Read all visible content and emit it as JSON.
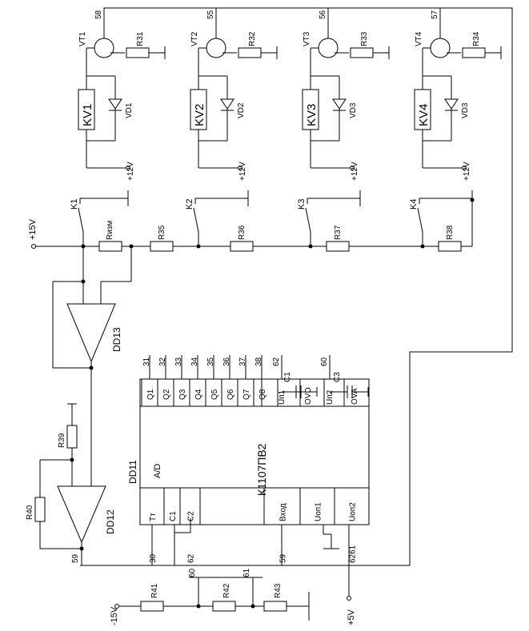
{
  "relay_stages": [
    {
      "transistor": "VT1",
      "node": "58",
      "resistor": "R31",
      "relay": "KV1",
      "diode": "VD1",
      "supply": "+12V"
    },
    {
      "transistor": "VT2",
      "node": "55",
      "resistor": "R32",
      "relay": "KV2",
      "diode": "VD2",
      "supply": "+12V"
    },
    {
      "transistor": "VT3",
      "node": "56",
      "resistor": "R33",
      "relay": "KV3",
      "diode": "VD3",
      "supply": "+12V"
    },
    {
      "transistor": "VT4",
      "node": "57",
      "resistor": "R34",
      "relay": "KV4",
      "diode": "VD3",
      "supply": "+12V"
    }
  ],
  "contacts": [
    "K1",
    "K2",
    "K3",
    "K4"
  ],
  "chain": {
    "supply": "+15V",
    "resistors": [
      "Rизм",
      "R35",
      "R36",
      "R37",
      "R38"
    ]
  },
  "opamps": {
    "upper": "DD13",
    "lower": "DD12"
  },
  "feedback": {
    "r39": "R39",
    "r40": "R40"
  },
  "adc": {
    "name": "DD11",
    "type_label": "A/D",
    "part_number": "К1107ПВ2",
    "outputs": [
      {
        "pin": "Q1",
        "node": "31"
      },
      {
        "pin": "Q2",
        "node": "32"
      },
      {
        "pin": "Q3",
        "node": "33"
      },
      {
        "pin": "Q4",
        "node": "34"
      },
      {
        "pin": "Q5",
        "node": "35"
      },
      {
        "pin": "Q6",
        "node": "36"
      },
      {
        "pin": "Q7",
        "node": "37"
      },
      {
        "pin": "Q8",
        "node": "38"
      }
    ],
    "right_pins": [
      {
        "label": "Uп1",
        "node": "62"
      },
      {
        "label": "OVD",
        "node": ""
      },
      {
        "label": "Uп2",
        "node": "60"
      },
      {
        "label": "OVA",
        "node": ""
      }
    ],
    "left_pins": [
      {
        "label": "Тт",
        "node": "30"
      },
      {
        "label": "C1",
        "node": ""
      },
      {
        "label": "C2",
        "node": "62"
      },
      {
        "label": "",
        "node": ""
      },
      {
        "label": "Вход",
        "node": "59"
      },
      {
        "label": "Uоп1",
        "node": ""
      },
      {
        "label": "Uоп2",
        "node": "6261"
      }
    ],
    "caps": [
      "C1",
      "C3"
    ]
  },
  "divider": {
    "neg_supply": "-15V",
    "pos_supply": "+5V",
    "resistors": [
      "R41",
      "R42",
      "R43"
    ],
    "nodes": [
      "60",
      "61"
    ]
  },
  "node_59_left": "59"
}
